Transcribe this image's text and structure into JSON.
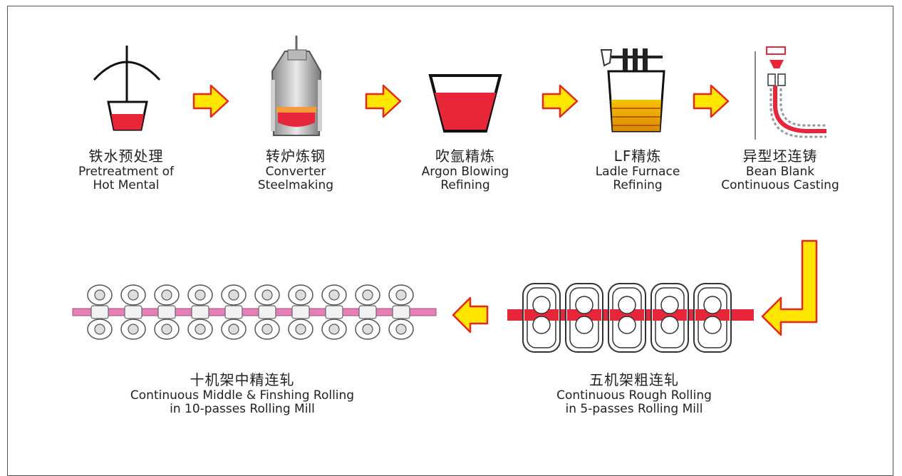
{
  "steps": [
    {
      "zh": "铁水预处理",
      "en1": "Pretreatment of",
      "en2": "Hot Mental"
    },
    {
      "zh": "转炉炼钢",
      "en1": "Converter",
      "en2": "Steelmaking"
    },
    {
      "zh": "吹氩精炼",
      "en1": "Argon Blowing",
      "en2": "Refining"
    },
    {
      "zh": "LF精炼",
      "en1": "Ladle Furnace",
      "en2": "Refining"
    },
    {
      "zh": "异型坯连铸",
      "en1": "Bean Blank",
      "en2": "Continuous Casting"
    },
    {
      "zh": "五机架粗连轧",
      "en1": "Continuous Rough Rolling",
      "en2": "in 5-passes Rolling Mill"
    },
    {
      "zh": "十机架中精连轧",
      "en1": "Continuous Middle & Finshing Rolling",
      "en2": "in 10-passes Rolling Mill"
    }
  ],
  "colors": {
    "molten": "#e8263a",
    "arrow_fill": "#ffe600",
    "arrow_stroke": "#e8261c",
    "steel_bar": "#e0465a",
    "pink_bar": "#e57fb5",
    "outline": "#333333"
  }
}
